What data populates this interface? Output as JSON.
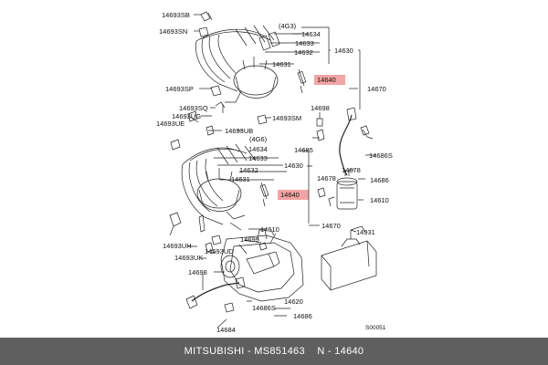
{
  "labels": {
    "l14693SB": "14693SB",
    "l14693SN": "14693SN",
    "l4G3": "(4G3)",
    "l14634a": "14634",
    "l14633a": "14633",
    "l14632a": "14632",
    "l14631a": "14631",
    "l14630a": "14630",
    "l14640a": "14640",
    "l14670a": "14670",
    "l14693SP": "14693SP",
    "l14693SQ": "14693SQ",
    "l14693UG": "14693UG",
    "l14693UE": "14693UE",
    "l14693UB": "14693UB",
    "l14693SM": "14693SM",
    "l14698a": "14698",
    "l4G6": "(4G6)",
    "l14634b": "14634",
    "l14633b": "14633",
    "l14632b": "14632",
    "l14631b": "14631",
    "l14630b": "14630",
    "l14640b": "14640",
    "l14685": "14685",
    "l14686S_a": "14686S",
    "l14678a": "14678",
    "l14678b": "14678",
    "l14686a": "14686",
    "l14610a": "14610",
    "l14670b": "14670",
    "l14693UH": "14693UH",
    "l14693UD": "14693UD",
    "l14693UK": "14693UK",
    "l14610b": "14610",
    "l14699": "14699",
    "l14931": "14931",
    "l14698b": "14698",
    "l14620": "14620",
    "l14686S_b": "14686S",
    "l14686b": "14686",
    "l14684": "14684",
    "code": "S00051"
  },
  "colors": {
    "highlight": "#f3a4a4",
    "footer_bg": "#5f5f5f",
    "footer_text": "#ffffff"
  },
  "footer": {
    "brand": "MITSUBISHI",
    "sep": " - ",
    "part_number": "MS851463",
    "spacer": "    ",
    "ref": "N - 14640"
  }
}
